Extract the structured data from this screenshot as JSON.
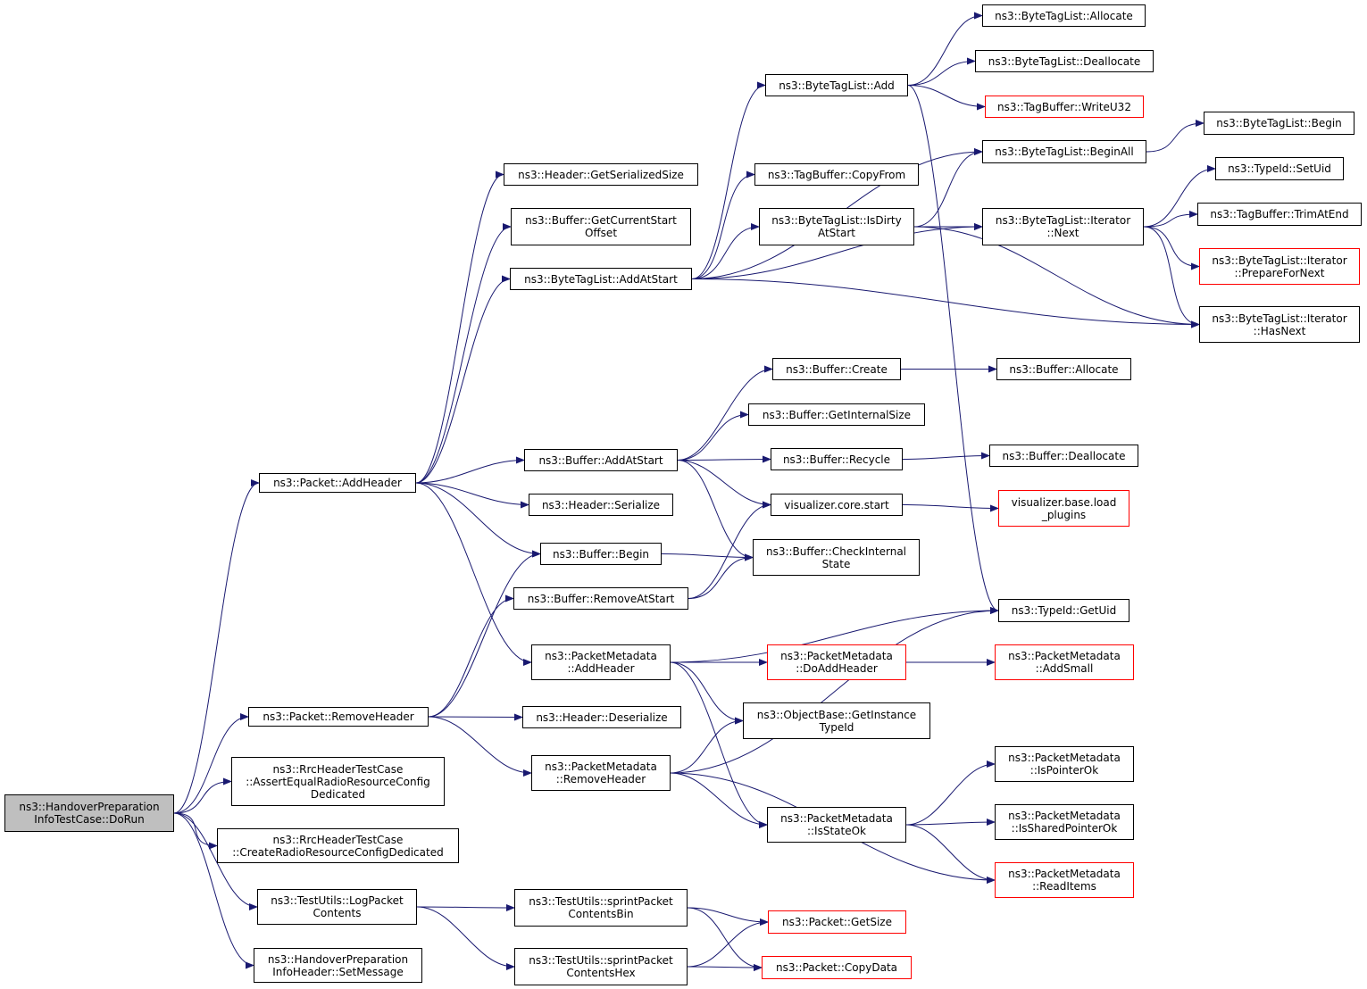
{
  "colors": {
    "edge": "#191970",
    "node_border": "#000000",
    "truncated_border": "#ff0000",
    "root_fill": "#bfbfbf"
  },
  "nodes": {
    "n0": {
      "label": "ns3::HandoverPreparation\nInfoTestCase::DoRun",
      "root": true
    },
    "n1": {
      "label": "ns3::Packet::AddHeader"
    },
    "n2": {
      "label": "ns3::Packet::RemoveHeader"
    },
    "n3": {
      "label": "ns3::RrcHeaderTestCase\n::AssertEqualRadioResourceConfig\nDedicated"
    },
    "n4": {
      "label": "ns3::RrcHeaderTestCase\n::CreateRadioResourceConfigDedicated"
    },
    "n5": {
      "label": "ns3::TestUtils::LogPacket\nContents"
    },
    "n6": {
      "label": "ns3::HandoverPreparation\nInfoHeader::SetMessage"
    },
    "n7": {
      "label": "ns3::Header::GetSerializedSize"
    },
    "n8": {
      "label": "ns3::Buffer::GetCurrentStart\nOffset"
    },
    "n9": {
      "label": "ns3::ByteTagList::AddAtStart"
    },
    "n10": {
      "label": "ns3::Buffer::AddAtStart"
    },
    "n11": {
      "label": "ns3::Header::Serialize"
    },
    "n12": {
      "label": "ns3::Buffer::Begin"
    },
    "n13": {
      "label": "ns3::Buffer::RemoveAtStart"
    },
    "n14": {
      "label": "ns3::PacketMetadata\n::AddHeader"
    },
    "n15": {
      "label": "ns3::Header::Deserialize"
    },
    "n16": {
      "label": "ns3::PacketMetadata\n::RemoveHeader"
    },
    "n17": {
      "label": "ns3::TestUtils::sprintPacket\nContentsBin"
    },
    "n18": {
      "label": "ns3::TestUtils::sprintPacket\nContentsHex"
    },
    "n19": {
      "label": "ns3::ByteTagList::Add"
    },
    "n20": {
      "label": "ns3::TagBuffer::CopyFrom"
    },
    "n21": {
      "label": "ns3::ByteTagList::IsDirty\nAtStart"
    },
    "n22": {
      "label": "ns3::Buffer::Create"
    },
    "n23": {
      "label": "ns3::Buffer::GetInternalSize"
    },
    "n24": {
      "label": "ns3::Buffer::Recycle"
    },
    "n25": {
      "label": "visualizer.core.start"
    },
    "n26": {
      "label": "ns3::Buffer::CheckInternal\nState"
    },
    "n27": {
      "label": "ns3::PacketMetadata\n::DoAddHeader",
      "truncated": true
    },
    "n28": {
      "label": "ns3::ObjectBase::GetInstance\nTypeId"
    },
    "n29": {
      "label": "ns3::PacketMetadata\n::IsStateOk"
    },
    "n30": {
      "label": "ns3::Packet::GetSize",
      "truncated": true
    },
    "n31": {
      "label": "ns3::Packet::CopyData",
      "truncated": true
    },
    "n32": {
      "label": "ns3::ByteTagList::Allocate"
    },
    "n33": {
      "label": "ns3::ByteTagList::Deallocate"
    },
    "n34": {
      "label": "ns3::TagBuffer::WriteU32",
      "truncated": true
    },
    "n35": {
      "label": "ns3::ByteTagList::BeginAll"
    },
    "n36": {
      "label": "ns3::ByteTagList::Iterator\n::Next"
    },
    "n37": {
      "label": "ns3::Buffer::Allocate"
    },
    "n38": {
      "label": "ns3::Buffer::Deallocate"
    },
    "n39": {
      "label": "visualizer.base.load\n_plugins",
      "truncated": true
    },
    "n40": {
      "label": "ns3::TypeId::GetUid"
    },
    "n41": {
      "label": "ns3::PacketMetadata\n::AddSmall",
      "truncated": true
    },
    "n42": {
      "label": "ns3::PacketMetadata\n::IsPointerOk"
    },
    "n43": {
      "label": "ns3::PacketMetadata\n::IsSharedPointerOk"
    },
    "n44": {
      "label": "ns3::PacketMetadata\n::ReadItems",
      "truncated": true
    },
    "n45": {
      "label": "ns3::ByteTagList::Begin"
    },
    "n46": {
      "label": "ns3::TypeId::SetUid"
    },
    "n47": {
      "label": "ns3::TagBuffer::TrimAtEnd"
    },
    "n48": {
      "label": "ns3::ByteTagList::Iterator\n::PrepareForNext",
      "truncated": true
    },
    "n49": {
      "label": "ns3::ByteTagList::Iterator\n::HasNext"
    }
  },
  "edges": [
    [
      "n0",
      "n1"
    ],
    [
      "n0",
      "n2"
    ],
    [
      "n0",
      "n3"
    ],
    [
      "n0",
      "n4"
    ],
    [
      "n0",
      "n5"
    ],
    [
      "n0",
      "n6"
    ],
    [
      "n1",
      "n7"
    ],
    [
      "n1",
      "n8"
    ],
    [
      "n1",
      "n9"
    ],
    [
      "n1",
      "n10"
    ],
    [
      "n1",
      "n11"
    ],
    [
      "n1",
      "n12"
    ],
    [
      "n1",
      "n14"
    ],
    [
      "n2",
      "n12"
    ],
    [
      "n2",
      "n13"
    ],
    [
      "n2",
      "n15"
    ],
    [
      "n2",
      "n16"
    ],
    [
      "n5",
      "n17"
    ],
    [
      "n5",
      "n18"
    ],
    [
      "n9",
      "n19"
    ],
    [
      "n9",
      "n20"
    ],
    [
      "n9",
      "n21"
    ],
    [
      "n9",
      "n35"
    ],
    [
      "n9",
      "n36"
    ],
    [
      "n9",
      "n49"
    ],
    [
      "n10",
      "n22"
    ],
    [
      "n10",
      "n23"
    ],
    [
      "n10",
      "n24"
    ],
    [
      "n10",
      "n25"
    ],
    [
      "n10",
      "n26"
    ],
    [
      "n12",
      "n26"
    ],
    [
      "n13",
      "n25"
    ],
    [
      "n13",
      "n26"
    ],
    [
      "n14",
      "n27"
    ],
    [
      "n14",
      "n28"
    ],
    [
      "n14",
      "n29"
    ],
    [
      "n14",
      "n40"
    ],
    [
      "n16",
      "n28"
    ],
    [
      "n16",
      "n29"
    ],
    [
      "n16",
      "n40"
    ],
    [
      "n16",
      "n44"
    ],
    [
      "n17",
      "n30"
    ],
    [
      "n17",
      "n31"
    ],
    [
      "n18",
      "n30"
    ],
    [
      "n18",
      "n31"
    ],
    [
      "n19",
      "n32"
    ],
    [
      "n19",
      "n33"
    ],
    [
      "n19",
      "n34"
    ],
    [
      "n19",
      "n40"
    ],
    [
      "n21",
      "n35"
    ],
    [
      "n21",
      "n36"
    ],
    [
      "n21",
      "n49"
    ],
    [
      "n22",
      "n37"
    ],
    [
      "n24",
      "n38"
    ],
    [
      "n25",
      "n39"
    ],
    [
      "n27",
      "n41"
    ],
    [
      "n29",
      "n42"
    ],
    [
      "n29",
      "n43"
    ],
    [
      "n29",
      "n44"
    ],
    [
      "n35",
      "n45"
    ],
    [
      "n36",
      "n46"
    ],
    [
      "n36",
      "n47"
    ],
    [
      "n36",
      "n48"
    ],
    [
      "n36",
      "n49"
    ]
  ]
}
